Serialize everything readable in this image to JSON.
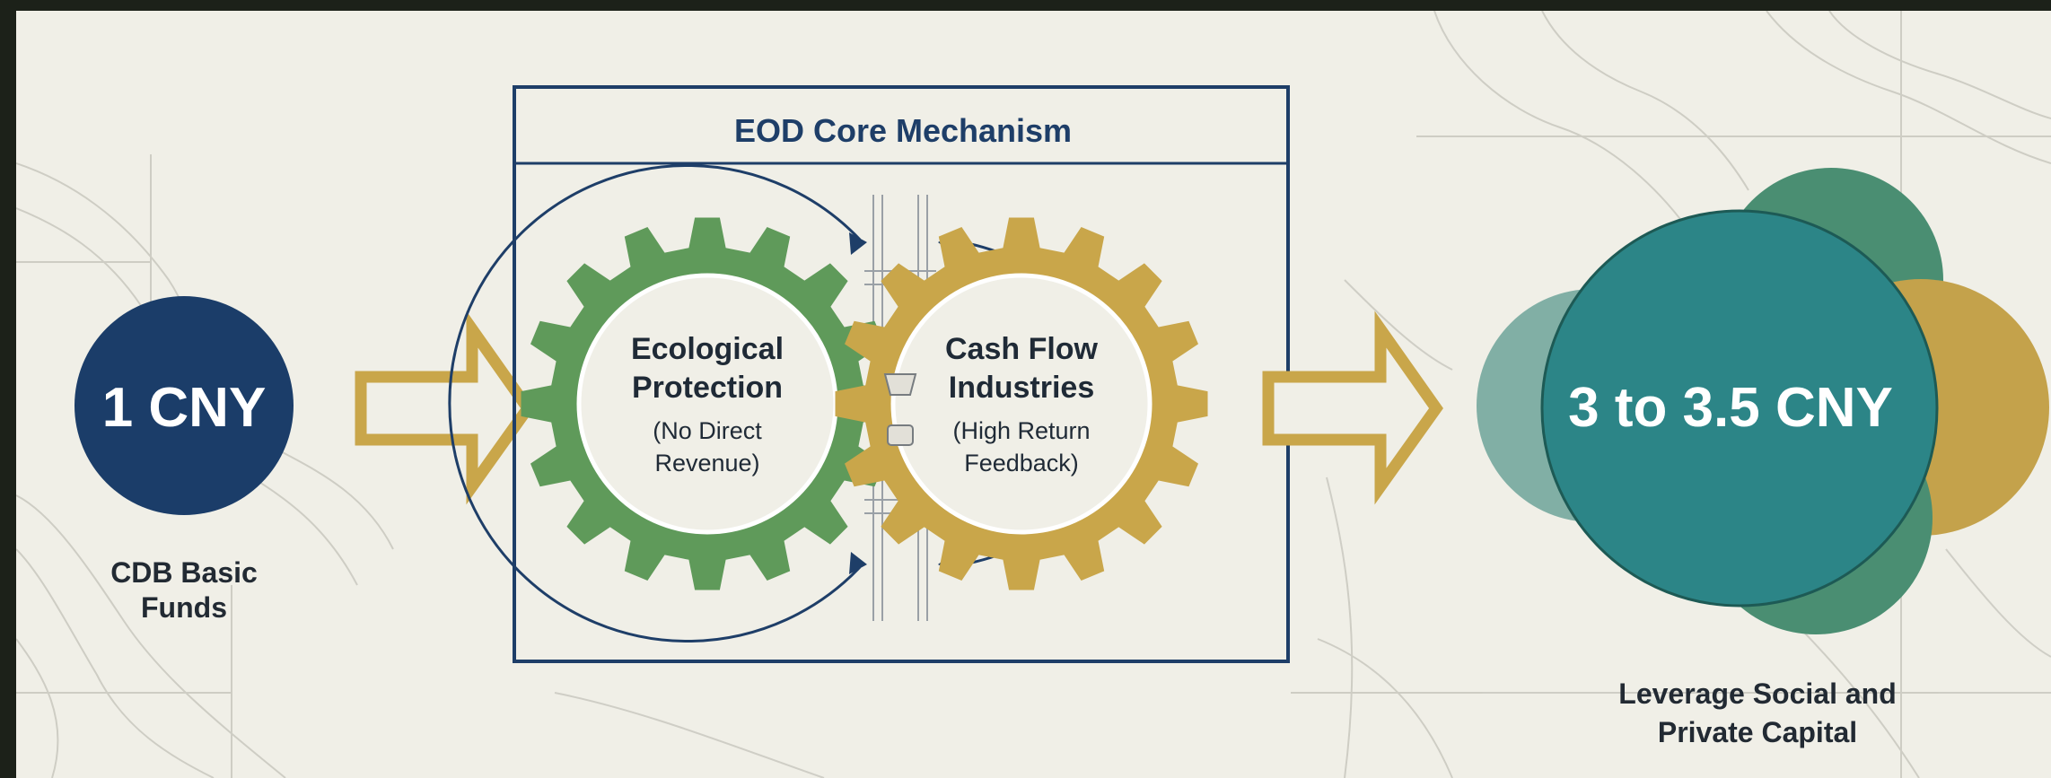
{
  "source": {
    "value": "1 CNY",
    "caption": "CDB Basic Funds",
    "color": "#1b3d69"
  },
  "mechanism": {
    "title": "EOD Core Mechanism",
    "frame_color": "#1e3e68",
    "left_gear": {
      "title_line1": "Ecological",
      "title_line2": "Protection",
      "sub_line1": "(No Direct",
      "sub_line2": "Revenue)",
      "color": "#5f9a5a"
    },
    "right_gear": {
      "title_line1": "Cash Flow",
      "title_line2": "Industries",
      "sub_line1": "(High Return",
      "sub_line2": "Feedback)",
      "color": "#c9a64a"
    }
  },
  "result": {
    "value": "3 to 3.5 CNY",
    "caption_line1": "Leverage Social and",
    "caption_line2": "Private Capital",
    "colors": {
      "main": "#2c8587",
      "green": "#4a8e72",
      "gold": "#c4a24b",
      "light_teal": "#77a9a0"
    }
  }
}
